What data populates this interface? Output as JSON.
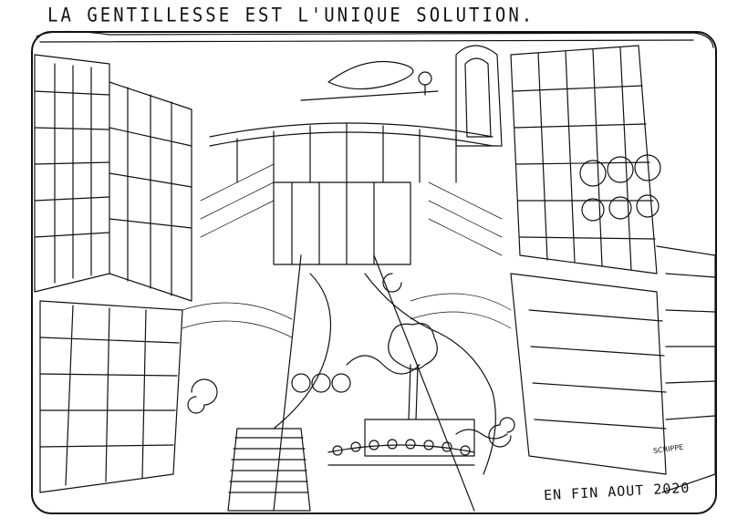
{
  "drawing": {
    "title": "LA GENTILLESSE EST L'UNIQUE SOLUTION.",
    "signature": "EN FIN AOUT 2020",
    "artist_mark": "SCRIPPE",
    "ink_color": "#111111",
    "paper_color": "#ffffff"
  }
}
